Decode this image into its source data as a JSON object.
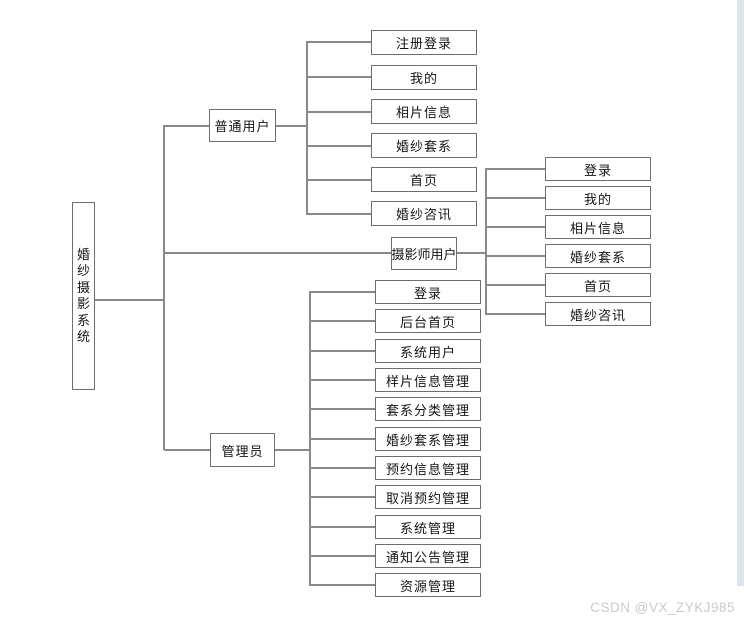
{
  "colors": {
    "box_border": "#6e6e6e",
    "line": "#8a8a8a",
    "watermark": "#c6cbd0",
    "right_strip": "#dde4ea"
  },
  "diagram": {
    "root": {
      "label": "婚纱摄影系统"
    },
    "branches": [
      {
        "label": "普通用户",
        "children": [
          {
            "label": "注册登录"
          },
          {
            "label": "我的"
          },
          {
            "label": "相片信息"
          },
          {
            "label": "婚纱套系"
          },
          {
            "label": "首页"
          },
          {
            "label": "婚纱咨讯"
          }
        ]
      },
      {
        "label": "摄影师用户",
        "children": [
          {
            "label": "登录"
          },
          {
            "label": "我的"
          },
          {
            "label": "相片信息"
          },
          {
            "label": "婚纱套系"
          },
          {
            "label": "首页"
          },
          {
            "label": "婚纱咨讯"
          }
        ]
      },
      {
        "label": "管理员",
        "children": [
          {
            "label": "登录"
          },
          {
            "label": "后台首页"
          },
          {
            "label": "系统用户"
          },
          {
            "label": "样片信息管理"
          },
          {
            "label": "套系分类管理"
          },
          {
            "label": "婚纱套系管理"
          },
          {
            "label": "预约信息管理"
          },
          {
            "label": "取消预约管理"
          },
          {
            "label": "系统管理"
          },
          {
            "label": "通知公告管理"
          },
          {
            "label": "资源管理"
          }
        ]
      }
    ]
  },
  "watermark": {
    "text": "CSDN @VX_ZYKJ985"
  }
}
